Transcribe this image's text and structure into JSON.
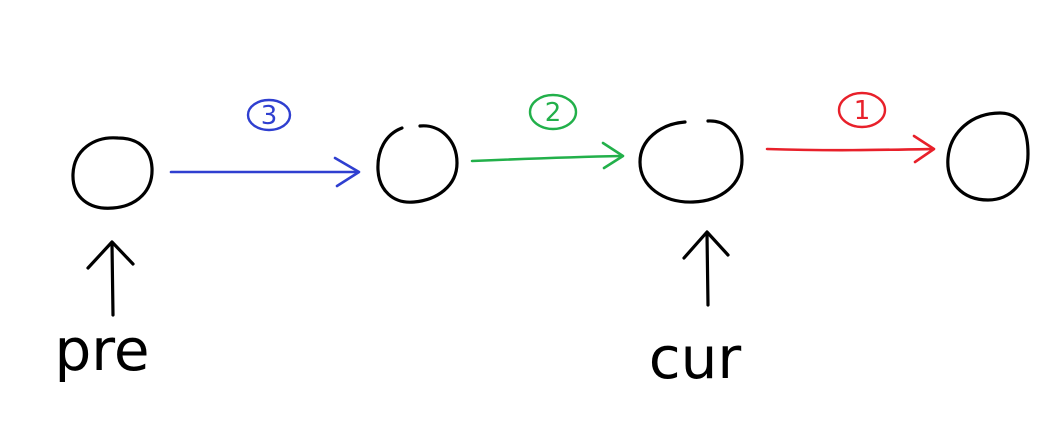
{
  "colors": {
    "ink": "#000000",
    "blue": "#2f3fd0",
    "green": "#22b04a",
    "red": "#e8202a"
  },
  "edges": [
    {
      "id": "edge-3",
      "step": "3",
      "color": "#2f3fd0"
    },
    {
      "id": "edge-2",
      "step": "2",
      "color": "#22b04a"
    },
    {
      "id": "edge-1",
      "step": "1",
      "color": "#e8202a"
    }
  ],
  "pointers": {
    "pre": "pre",
    "cur": "cur"
  }
}
